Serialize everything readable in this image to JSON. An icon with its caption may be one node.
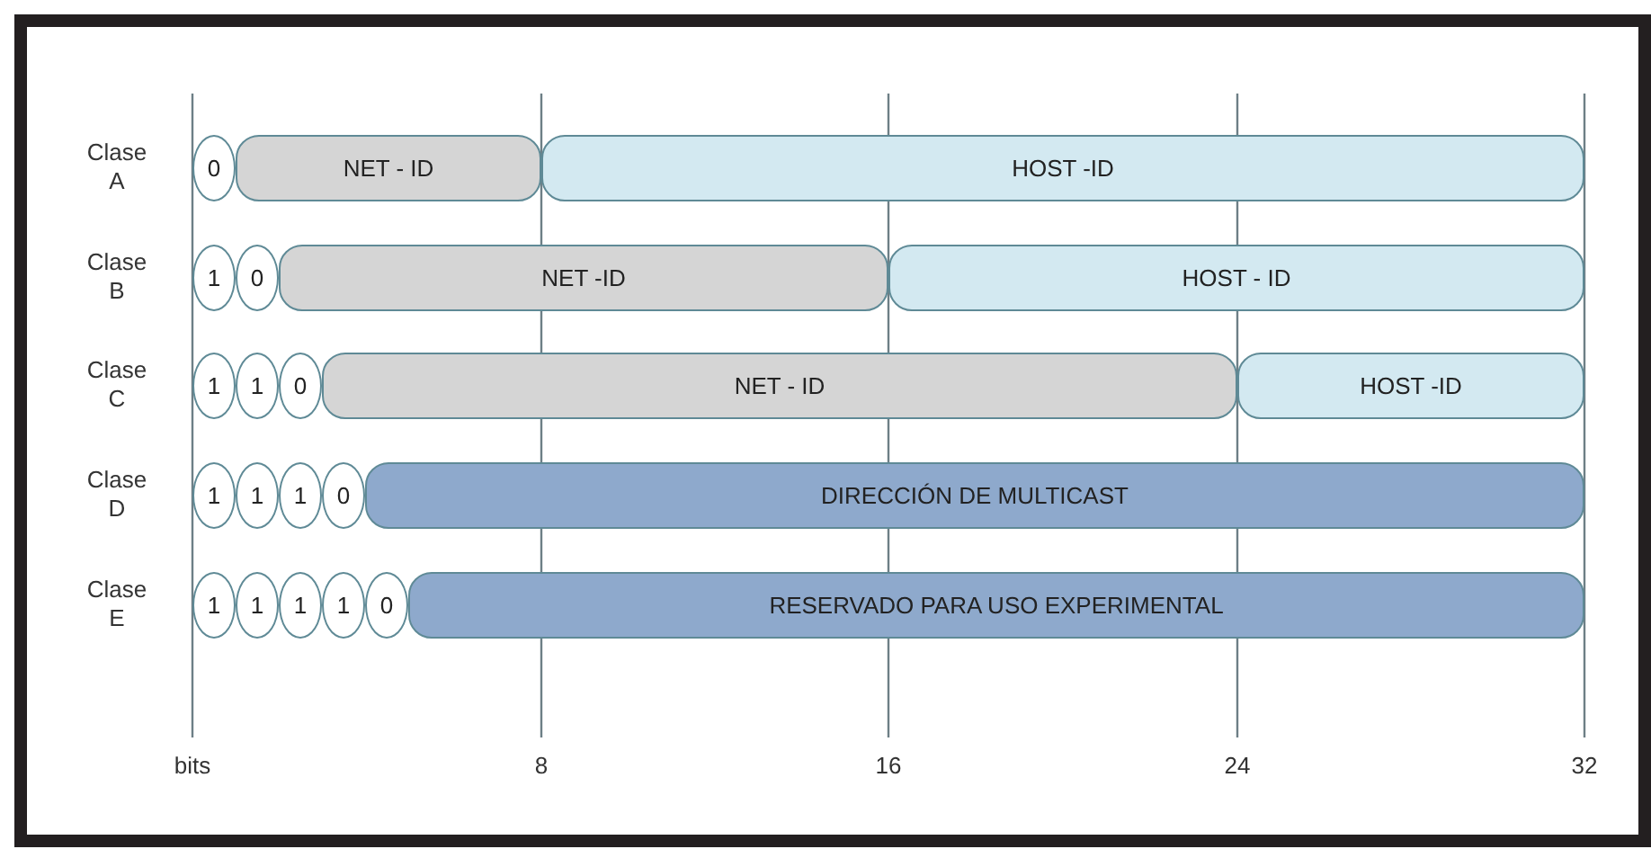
{
  "diagram": {
    "nodes": [
      {
        "text": [
          "0"
        ]
      },
      {
        "text": [
          "NET - ID"
        ]
      },
      {
        "text": [
          "HOST -ID"
        ]
      },
      {
        "text": [
          "1"
        ]
      },
      {
        "text": [
          "0"
        ]
      },
      {
        "text": [
          "NET -ID"
        ]
      },
      {
        "text": [
          "HOST - ID"
        ]
      },
      {
        "text": [
          "1"
        ]
      },
      {
        "text": [
          "1"
        ]
      },
      {
        "text": [
          "0"
        ]
      },
      {
        "text": [
          "NET - ID"
        ]
      },
      {
        "text": [
          "HOST -ID"
        ]
      },
      {
        "text": [
          "1"
        ]
      },
      {
        "text": [
          "1"
        ]
      },
      {
        "text": [
          "1"
        ]
      },
      {
        "text": [
          "0"
        ]
      },
      {
        "text": [
          "DIRECCIÓN DE MULTICAST"
        ]
      },
      {
        "text": [
          "1"
        ]
      },
      {
        "text": [
          "1"
        ]
      },
      {
        "text": [
          "1"
        ]
      },
      {
        "text": [
          "1"
        ]
      },
      {
        "text": [
          "0"
        ]
      },
      {
        "text": [
          "RESERVADO PARA USO EXPERIMENTAL"
        ]
      }
    ],
    "labels": [
      "Clase A",
      "Clase B",
      "Clase C",
      "Clase D",
      "Clase E",
      "bits",
      "8",
      "16",
      "24",
      "32"
    ]
  }
}
